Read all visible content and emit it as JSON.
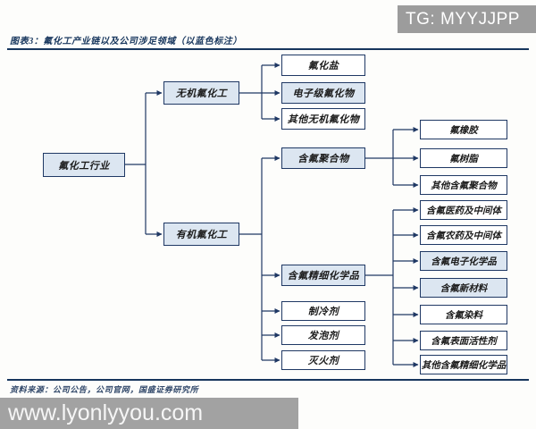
{
  "header": {
    "title": "图表3：氟化工产业链以及公司涉足领域（以蓝色标注）"
  },
  "footer": {
    "source": "资料来源：公司公告，公司官网，国盛证券研究所"
  },
  "watermarks": {
    "top_right": "TG: MYYJJPP",
    "bottom_left": "www.lyonlyyou.com"
  },
  "colors": {
    "line": "#1f3864",
    "border": "#1f3864",
    "highlight_fill": "#dce6f1",
    "plain_fill": "#ffffff",
    "title_text": "#17365d",
    "watermark_bg": "#9c9c9c",
    "watermark_text": "#ffffff"
  },
  "nodes": [
    {
      "label": "氟化工行业",
      "level": 0,
      "parent": null,
      "highlighted": true
    },
    {
      "label": "无机氟化工",
      "level": 1,
      "parent": "氟化工行业",
      "highlighted": true
    },
    {
      "label": "有机氟化工",
      "level": 1,
      "parent": "氟化工行业",
      "highlighted": true
    },
    {
      "label": "氟化盐",
      "level": 2,
      "parent": "无机氟化工",
      "highlighted": false
    },
    {
      "label": "电子级氟化物",
      "level": 2,
      "parent": "无机氟化工",
      "highlighted": true
    },
    {
      "label": "其他无机氟化物",
      "level": 2,
      "parent": "无机氟化工",
      "highlighted": false
    },
    {
      "label": "含氟聚合物",
      "level": 2,
      "parent": "有机氟化工",
      "highlighted": true
    },
    {
      "label": "含氟精细化学品",
      "level": 2,
      "parent": "有机氟化工",
      "highlighted": true
    },
    {
      "label": "制冷剂",
      "level": 2,
      "parent": "有机氟化工",
      "highlighted": false
    },
    {
      "label": "发泡剂",
      "level": 2,
      "parent": "有机氟化工",
      "highlighted": false
    },
    {
      "label": "灭火剂",
      "level": 2,
      "parent": "有机氟化工",
      "highlighted": false
    },
    {
      "label": "氟橡胶",
      "level": 3,
      "parent": "含氟聚合物",
      "highlighted": false
    },
    {
      "label": "氟树脂",
      "level": 3,
      "parent": "含氟聚合物",
      "highlighted": false
    },
    {
      "label": "其他含氟聚合物",
      "level": 3,
      "parent": "含氟聚合物",
      "highlighted": false
    },
    {
      "label": "含氟医药及中间体",
      "level": 3,
      "parent": "含氟精细化学品",
      "highlighted": false
    },
    {
      "label": "含氟农药及中间体",
      "level": 3,
      "parent": "含氟精细化学品",
      "highlighted": false
    },
    {
      "label": "含氟电子化学品",
      "level": 3,
      "parent": "含氟精细化学品",
      "highlighted": true
    },
    {
      "label": "含氟新材料",
      "level": 3,
      "parent": "含氟精细化学品",
      "highlighted": true
    },
    {
      "label": "含氟染料",
      "level": 3,
      "parent": "含氟精细化学品",
      "highlighted": false
    },
    {
      "label": "含氟表面活性剂",
      "level": 3,
      "parent": "含氟精细化学品",
      "highlighted": false
    },
    {
      "label": "其他含氟精细化学品",
      "level": 3,
      "parent": "含氟精细化学品",
      "highlighted": false
    }
  ]
}
